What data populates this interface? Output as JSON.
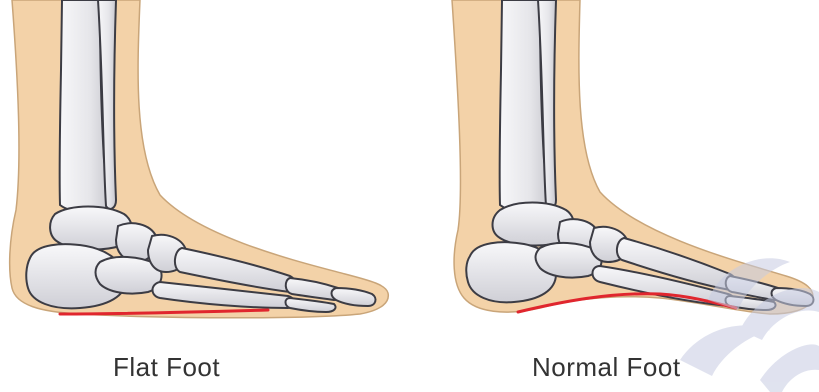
{
  "labels": {
    "flat_foot": "Flat Foot",
    "normal_foot": "Normal Foot"
  },
  "colors": {
    "skin": "#F3D2A8",
    "skin_outline": "#C9A579",
    "bone": "#EFEFF1",
    "bone_shadow": "#C9C9CF",
    "bone_outline": "#3C3C44",
    "arch_line": "#E0262E",
    "watermark": "#C7CCE2",
    "caption_text": "#333333"
  },
  "panels": [
    {
      "name": "flat-foot",
      "arch": "flat"
    },
    {
      "name": "normal-foot",
      "arch": "raised"
    }
  ]
}
